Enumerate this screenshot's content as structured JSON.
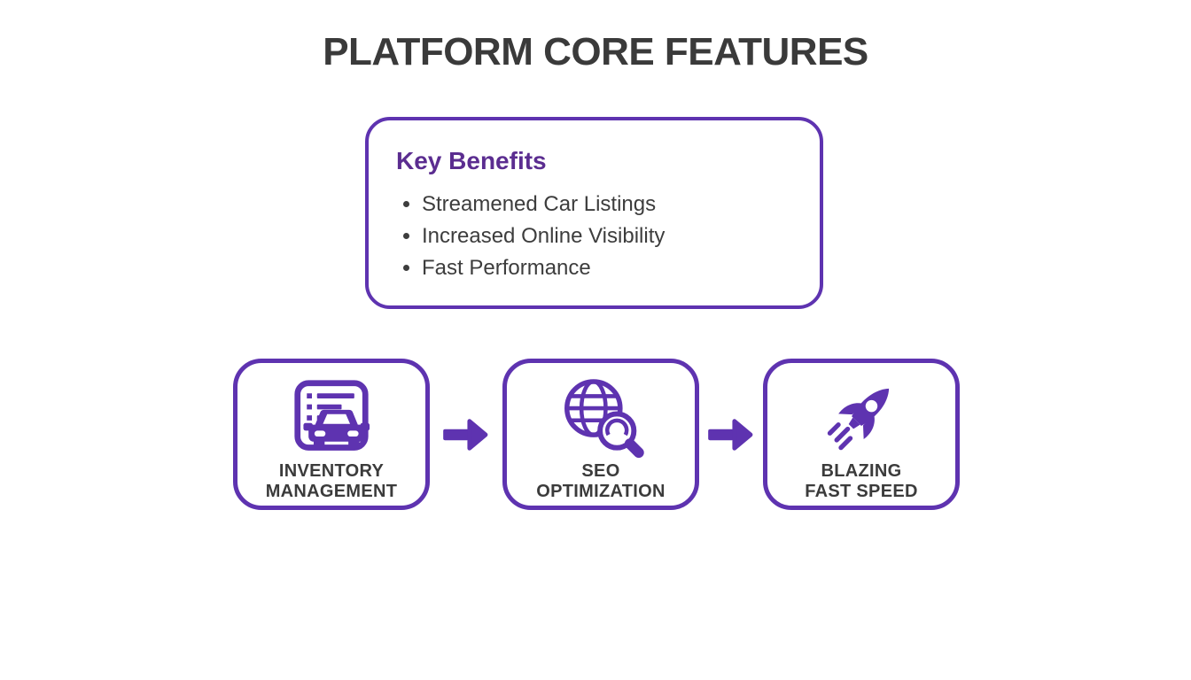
{
  "title": "PLATFORM CORE FEATURES",
  "colors": {
    "purple": "#5E33B0",
    "heading_purple": "#5B2D90",
    "text_dark": "#3A3A3A"
  },
  "benefits": {
    "heading": "Key Benefits",
    "items": [
      "Streamened Car Listings",
      "Increased Online Visibility",
      "Fast Performance"
    ]
  },
  "features": [
    {
      "icon": "car-listing-icon",
      "line1": "INVENTORY",
      "line2": "MANAGEMENT"
    },
    {
      "icon": "globe-magnifier-icon",
      "line1": "SEO",
      "line2": "OPTIMIZATION"
    },
    {
      "icon": "rocket-icon",
      "line1": "BLAZING",
      "line2": "FAST SPEED"
    }
  ],
  "connector": {
    "icon": "right-arrow-icon"
  }
}
